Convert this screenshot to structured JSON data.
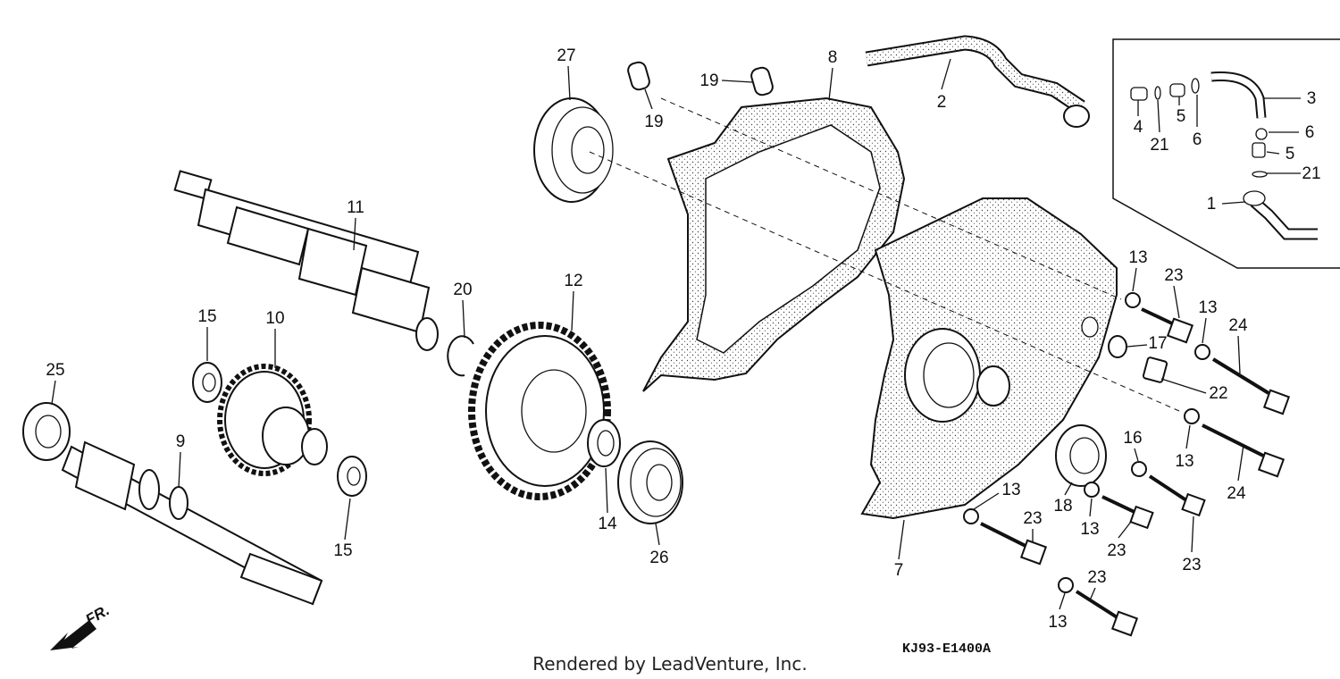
{
  "diagram": {
    "reference_code": "KJ93-E1400A",
    "credit": "Rendered by LeadVenture, Inc.",
    "direction_label": "FR.",
    "callouts": [
      "1",
      "2",
      "3",
      "4",
      "5",
      "5",
      "6",
      "6",
      "7",
      "8",
      "9",
      "10",
      "11",
      "12",
      "13",
      "13",
      "13",
      "13",
      "13",
      "13",
      "14",
      "15",
      "15",
      "16",
      "17",
      "18",
      "19",
      "19",
      "20",
      "21",
      "21",
      "22",
      "23",
      "23",
      "23",
      "23",
      "23",
      "24",
      "24",
      "25",
      "26",
      "27"
    ]
  }
}
